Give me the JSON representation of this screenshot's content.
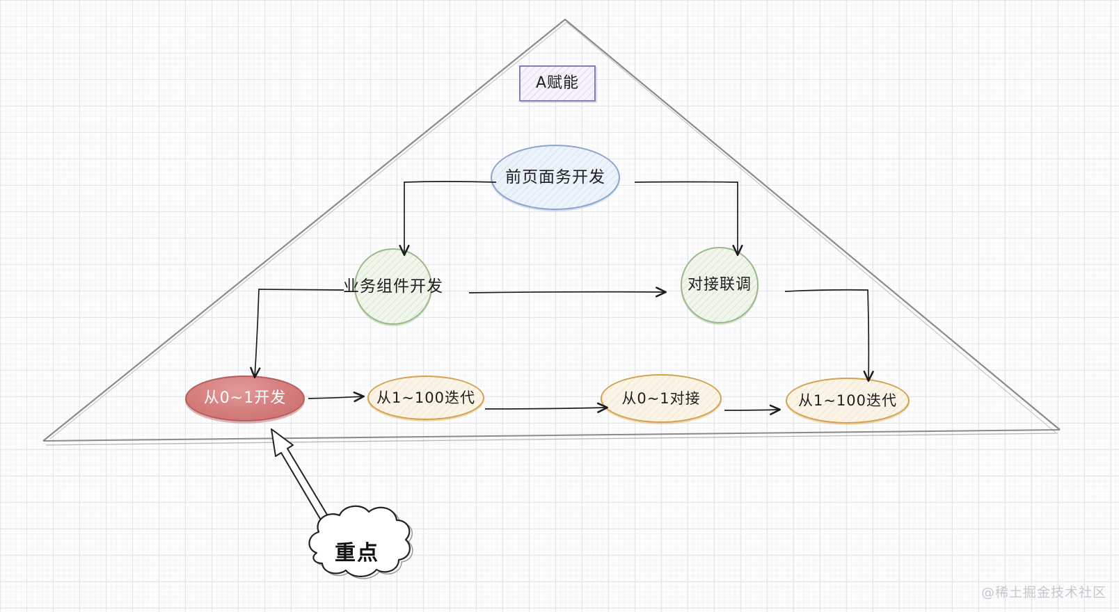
{
  "watermark": "@稀土掘金技术社区",
  "diagram": {
    "shape": "pyramid",
    "outline_color": "#8a8a8a",
    "connector_color": "#1c1c1c",
    "nodes": {
      "top_box": {
        "label": "A赋能",
        "shape": "rectangle",
        "border": "#8d7cb4",
        "fill": "#f7f3fa"
      },
      "blue_ellipse": {
        "label": "前页面务开发",
        "shape": "ellipse",
        "border": "#8ba4cf",
        "fill": "#edf3fb"
      },
      "green_left": {
        "label": "业务组件开发",
        "shape": "circle",
        "border": "#9ab98b",
        "fill": "#f1f6ec"
      },
      "green_right": {
        "label": "对接联调",
        "shape": "circle",
        "border": "#9ab98b",
        "fill": "#f1f6ec"
      },
      "red_ellipse": {
        "label": "从0~1开发",
        "shape": "ellipse",
        "border": "#b65c5c",
        "fill": "#d47c7c",
        "text_color": "#ffffff"
      },
      "yellow_1": {
        "label": "从1~100迭代",
        "shape": "ellipse",
        "border": "#d4a24c",
        "fill": "#fbf5e9"
      },
      "yellow_2": {
        "label": "从0~1对接",
        "shape": "ellipse",
        "border": "#d4a24c",
        "fill": "#fbf5e9"
      },
      "yellow_3": {
        "label": "从1~100迭代",
        "shape": "ellipse",
        "border": "#d4a24c",
        "fill": "#fbf5e9"
      },
      "cloud": {
        "label": "重点",
        "shape": "cloud",
        "border": "#222222",
        "fill": "#ffffff"
      }
    },
    "edges": [
      {
        "from": "blue_ellipse",
        "to": "green_left"
      },
      {
        "from": "blue_ellipse",
        "to": "green_right"
      },
      {
        "from": "green_left",
        "to": "green_right"
      },
      {
        "from": "green_left",
        "to": "red_ellipse"
      },
      {
        "from": "green_right",
        "to": "yellow_3"
      },
      {
        "from": "red_ellipse",
        "to": "yellow_1"
      },
      {
        "from": "yellow_1",
        "to": "yellow_2"
      },
      {
        "from": "yellow_2",
        "to": "yellow_3"
      },
      {
        "from": "cloud",
        "to": "red_ellipse",
        "style": "hollow-arrow"
      }
    ]
  }
}
